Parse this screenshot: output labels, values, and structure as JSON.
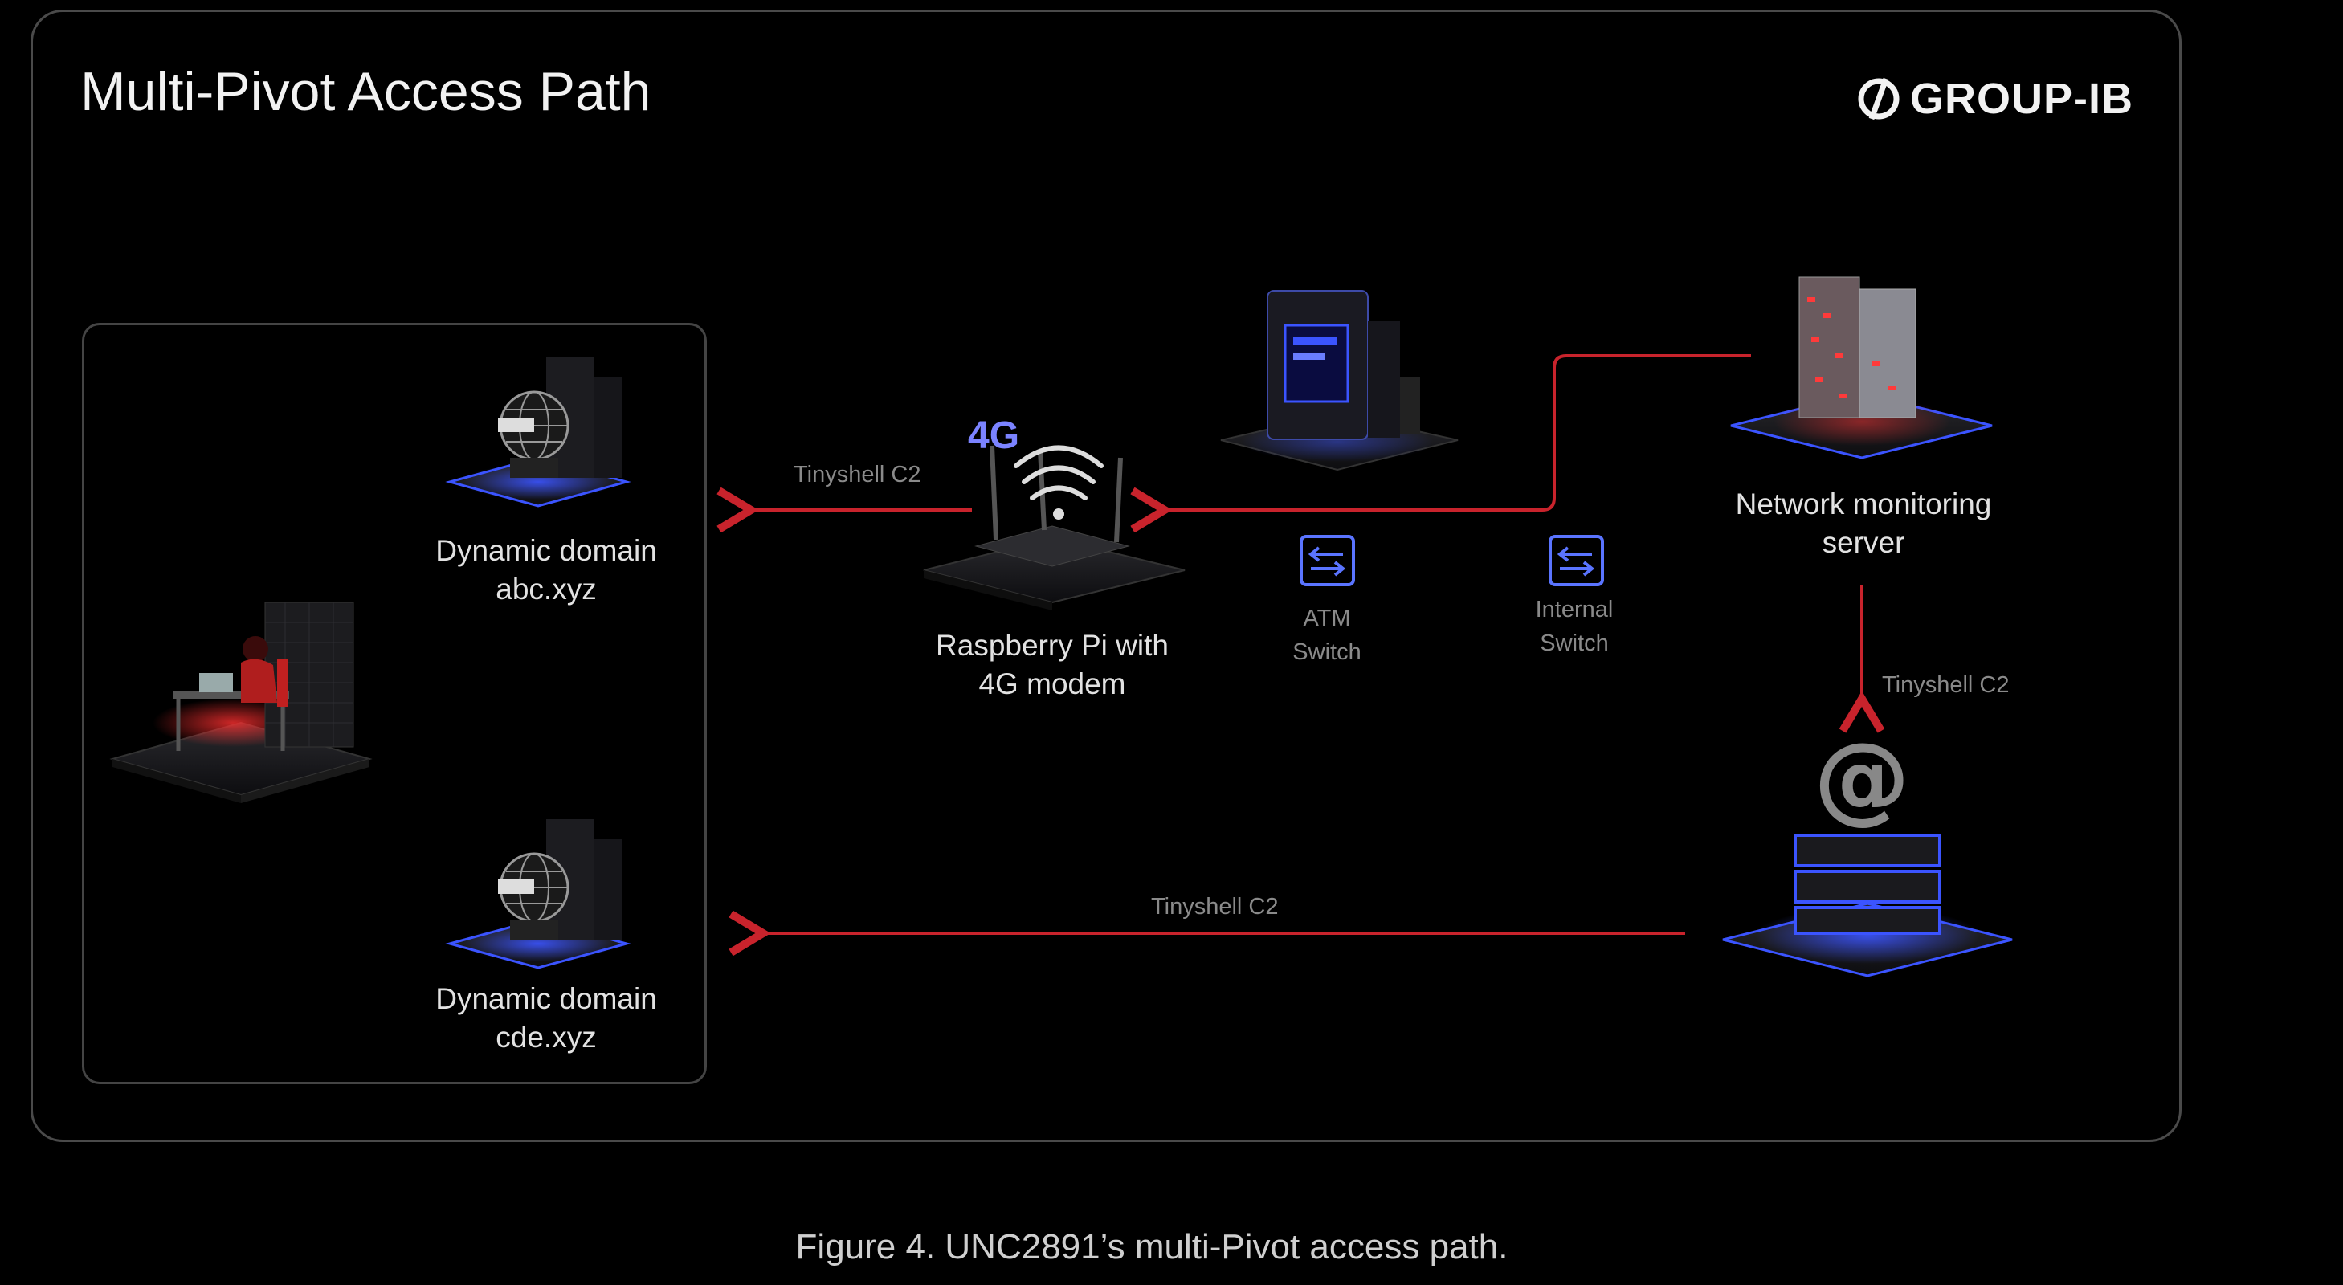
{
  "title": "Multi-Pivot Access Path",
  "logo": {
    "text": "GROUP-IB"
  },
  "nodes": {
    "domain_abc": {
      "line1": "Dynamic domain",
      "line2": "abc.xyz"
    },
    "domain_cde": {
      "line1": "Dynamic domain",
      "line2": "cde.xyz"
    },
    "raspberry": {
      "line1": "Raspberry Pi with",
      "line2": "4G modem",
      "badge": "4G"
    },
    "atm_switch": {
      "line1": "ATM",
      "line2": "Switch"
    },
    "internal_switch": {
      "line1": "Internal",
      "line2": "Switch"
    },
    "monitoring_server": {
      "line1": "Network monitoring",
      "line2": "server"
    }
  },
  "edges": {
    "pi_to_abc": "Tinyshell C2",
    "server_to_mail": "Tinyshell C2",
    "mail_to_cde": "Tinyshell C2"
  },
  "caption": "Figure 4. UNC2891’s multi-Pivot access path.",
  "colors": {
    "arrow": "#c8232c",
    "accent_blue": "#3b54ff",
    "text": "#e2e2e2",
    "muted": "#8a8a8a"
  }
}
